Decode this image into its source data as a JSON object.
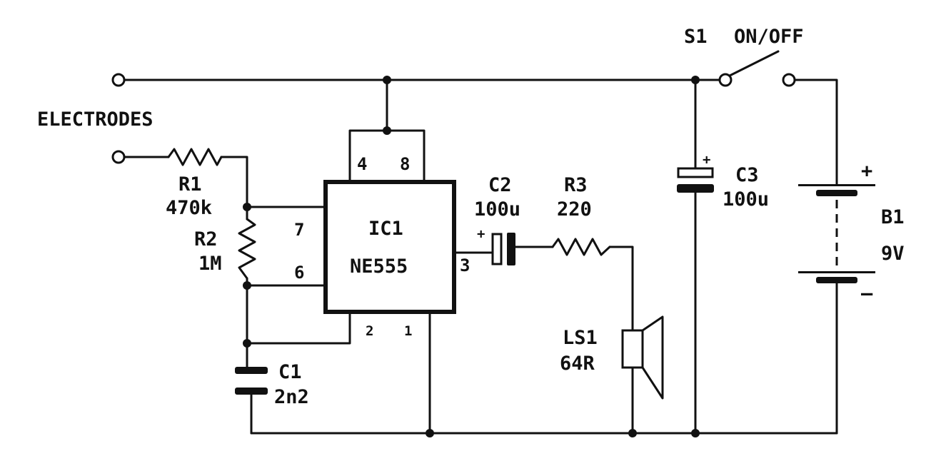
{
  "electrodes": {
    "label": "ELECTRODES"
  },
  "r1": {
    "ref": "R1",
    "value": "470k"
  },
  "r2": {
    "ref": "R2",
    "value": "1M"
  },
  "c1": {
    "ref": "C1",
    "value": "2n2"
  },
  "ic1": {
    "ref": "IC1",
    "part": "NE555",
    "pins": {
      "p4": "4",
      "p8": "8",
      "p7": "7",
      "p6": "6",
      "p3": "3",
      "p2": "2",
      "p1": "1"
    }
  },
  "c2": {
    "ref": "C2",
    "value": "100u",
    "polarity": "+"
  },
  "r3": {
    "ref": "R3",
    "value": "220"
  },
  "ls1": {
    "ref": "LS1",
    "value": "64R"
  },
  "c3": {
    "ref": "C3",
    "value": "100u",
    "polarity": "+"
  },
  "s1": {
    "ref": "S1",
    "label": "ON/OFF"
  },
  "b1": {
    "ref": "B1",
    "value": "9V",
    "plus": "+",
    "minus": "–"
  }
}
